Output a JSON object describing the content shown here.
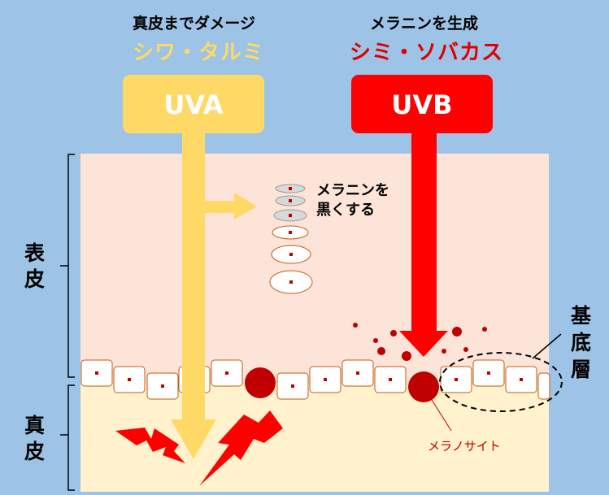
{
  "uva": {
    "caption1": "真皮までダメージ",
    "caption2": "シワ・タルミ",
    "label": "UVA",
    "color": "#ffd966",
    "accent": "#ffd966"
  },
  "uvb": {
    "caption1": "メラニンを生成",
    "caption2": "シミ・ソバカス",
    "label": "UVB",
    "color": "#ff0000",
    "accent": "#e00000"
  },
  "melanin_note": {
    "line1": "メラニンを",
    "line2": "黒くする"
  },
  "layers": {
    "epidermis": "表皮",
    "dermis": "真皮",
    "basal": "基底層"
  },
  "melanocyte_label": "メラノサイト",
  "colors": {
    "background": "#9dc3e6",
    "epidermis": "#fde4d8",
    "dermis": "#fff2cc",
    "melanin": "#c00000",
    "lightning": "#ff0000"
  }
}
